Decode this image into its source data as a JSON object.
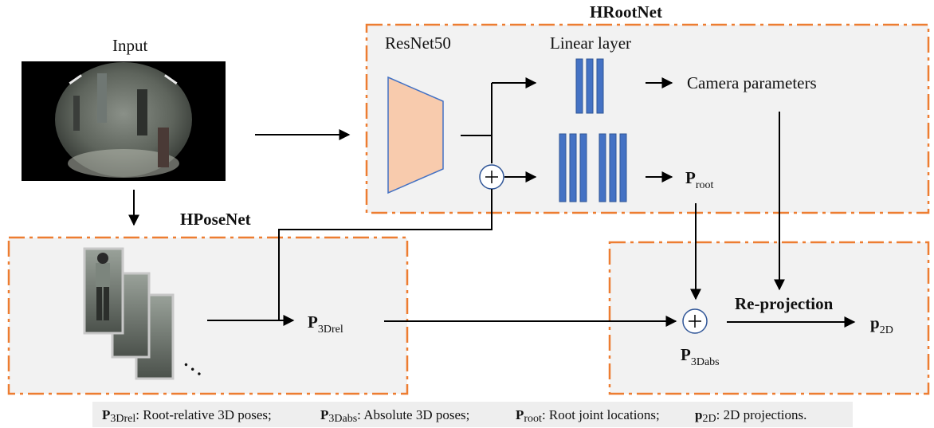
{
  "input_label": "Input",
  "hrootnet": {
    "title": "HRootNet",
    "backbone_label": "ResNet50",
    "linear_label": "Linear layer",
    "camera_label": "Camera parameters",
    "p_root": {
      "main": "P",
      "sub": "root"
    }
  },
  "hposenet": {
    "title": "HPoseNet",
    "ellipsis": "…",
    "p_3drel": {
      "main": "P",
      "sub": "3Drel"
    }
  },
  "reprojection": {
    "label": "Re-projection",
    "p_3dabs": {
      "main": "P",
      "sub": "3Dabs"
    },
    "p_2d": {
      "main": "p",
      "sub": "2D"
    }
  },
  "legend": [
    {
      "main": "P",
      "sub": "3Drel",
      "text": ": Root-relative 3D poses;"
    },
    {
      "main": "P",
      "sub": "3Dabs",
      "text": ": Absolute 3D poses;"
    },
    {
      "main": "P",
      "sub": "root",
      "text": ": Root joint locations;"
    },
    {
      "main": "p",
      "sub": "2D",
      "text": ": 2D  projections."
    }
  ],
  "colors": {
    "dashed_border": "#ed7d31",
    "panel_fill": "#f2f2f2",
    "trapezoid_fill": "#f8cbad",
    "trapezoid_stroke": "#4472c4",
    "bar_fill": "#4472c4",
    "bar_stroke": "#2f5597",
    "plus_circle": "#2f5597"
  }
}
